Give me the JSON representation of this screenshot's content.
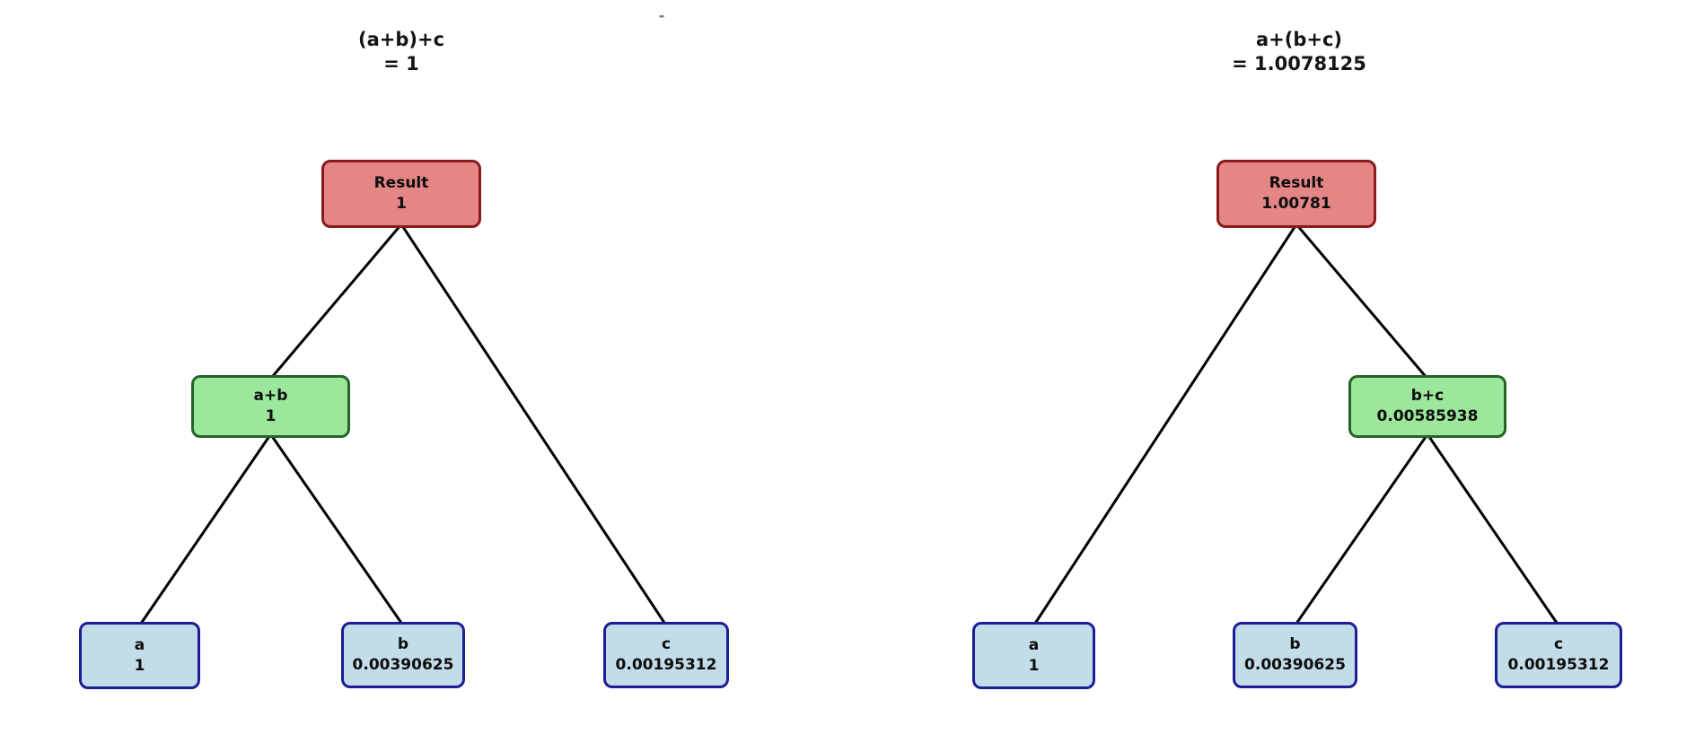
{
  "suptitle": "-",
  "colors": {
    "result_fill": "#e48586",
    "result_border": "#8b1a1a",
    "op_fill": "#9ce79c",
    "op_border": "#266326",
    "leaf_fill": "#c2dce8",
    "leaf_border": "#1c1c94",
    "edge": "#000000"
  },
  "trees": [
    {
      "id": "left",
      "title_line1": "(a+b)+c",
      "title_line2": "= 1",
      "nodes": [
        {
          "role": "result",
          "label": "Result",
          "value": "1"
        },
        {
          "role": "op",
          "label": "a+b",
          "value": "1"
        },
        {
          "role": "leaf",
          "label": "a",
          "value": "1"
        },
        {
          "role": "leaf",
          "label": "b",
          "value": "0.00390625"
        },
        {
          "role": "leaf",
          "label": "c",
          "value": "0.00195312"
        }
      ]
    },
    {
      "id": "right",
      "title_line1": "a+(b+c)",
      "title_line2": "= 1.0078125",
      "nodes": [
        {
          "role": "result",
          "label": "Result",
          "value": "1.00781"
        },
        {
          "role": "op",
          "label": "b+c",
          "value": "0.00585938"
        },
        {
          "role": "leaf",
          "label": "a",
          "value": "1"
        },
        {
          "role": "leaf",
          "label": "b",
          "value": "0.00390625"
        },
        {
          "role": "leaf",
          "label": "c",
          "value": "0.00195312"
        }
      ]
    }
  ]
}
